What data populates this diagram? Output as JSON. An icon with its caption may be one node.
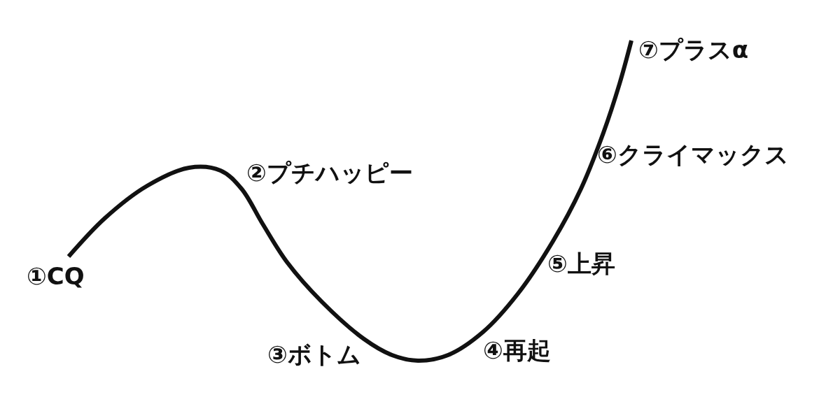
{
  "diagram": {
    "labels": [
      "①CQ",
      "②プチハッピー",
      "③ボトム",
      "④再起",
      "⑤上昇",
      "⑥クライマックス",
      "⑦プラスα"
    ]
  }
}
